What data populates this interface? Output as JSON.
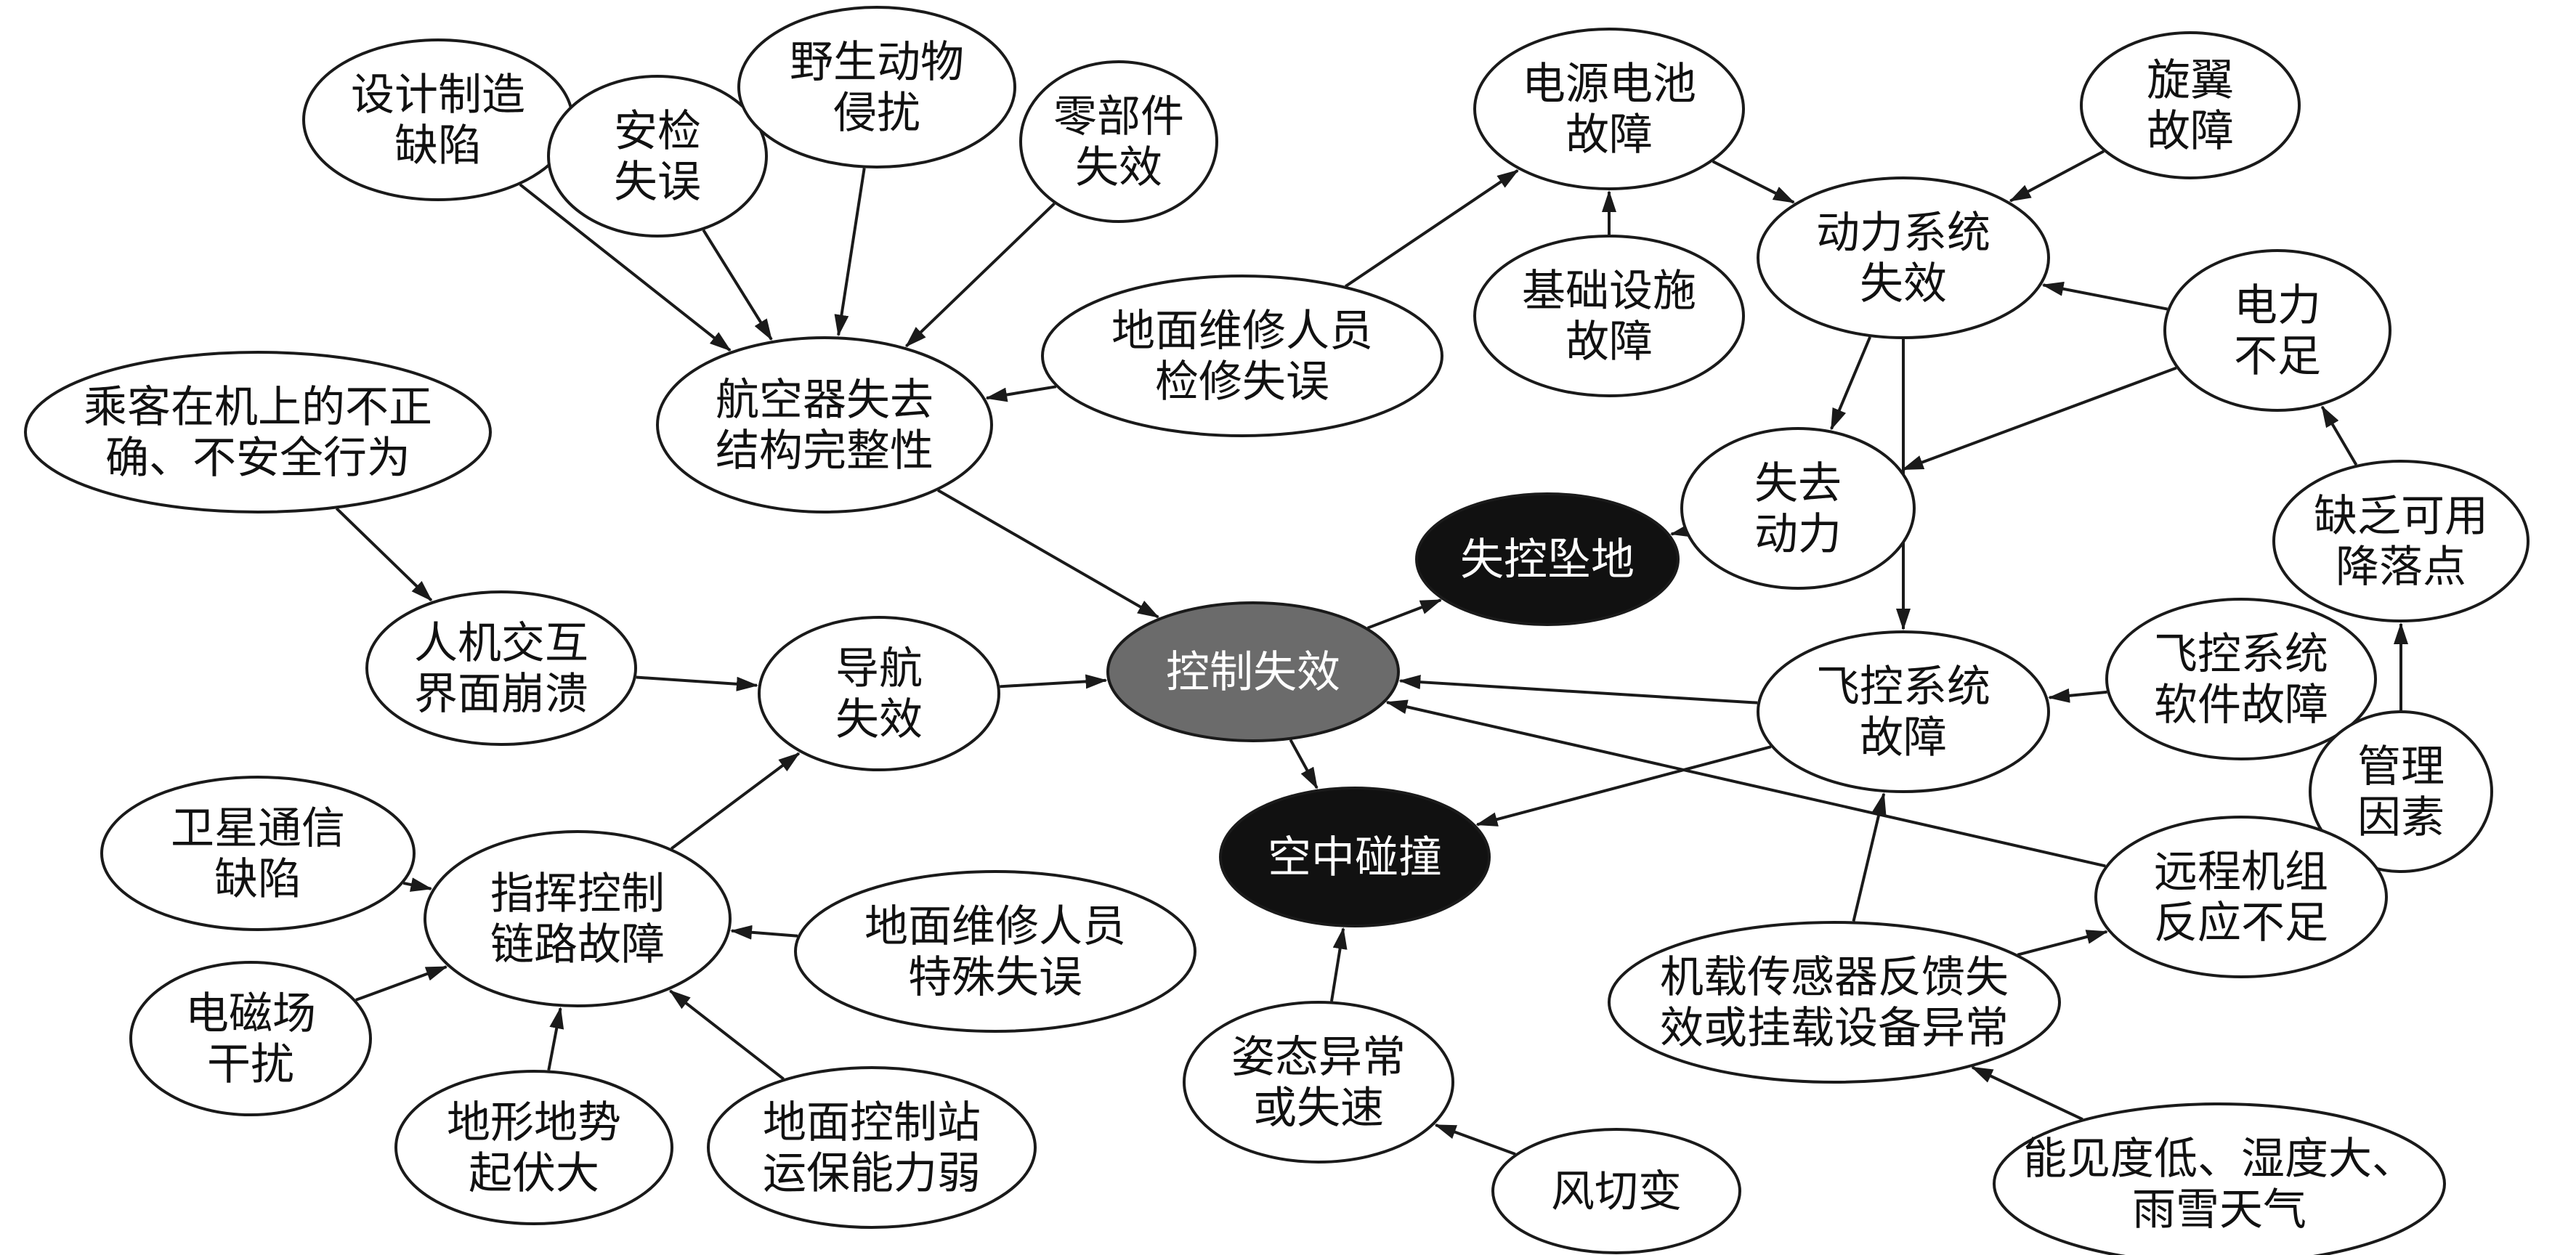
{
  "colors": {
    "background": "#ffffff",
    "stroke": "#1a1a1a",
    "node_fill": "#ffffff",
    "node_text": "#111111",
    "outcome_fill": "#111111",
    "outcome_text": "#ffffff",
    "central_fill": "#6b6b6b",
    "central_text": "#ffffff"
  },
  "nodes": {
    "design_defect": "设计制造\n缺陷",
    "security_check_error": "安检\n失误",
    "wildlife_disturbance": "野生动物\n侵扰",
    "component_failure": "零部件\n失效",
    "power_battery_failure": "电源电池\n故障",
    "infrastructure_failure": "基础设施\n故障",
    "rotor_failure": "旋翼\n故障",
    "power_system_failure": "动力系统\n失效",
    "insufficient_power": "电力\n不足",
    "ground_maintenance_error": "地面维修人员\n检修失误",
    "loss_structural_integrity": "航空器失去\n结构完整性",
    "passenger_unsafe_behavior": "乘客在机上的不正\n确、不安全行为",
    "loss_of_power": "失去\n动力",
    "lack_landing_site": "缺乏可用\n降落点",
    "hmi_crash": "人机交互\n界面崩溃",
    "navigation_failure": "导航\n失效",
    "control_failure": "控制失效",
    "crash_loss_control": "失控坠地",
    "flight_control_failure": "飞控系统\n故障",
    "fc_software_failure": "飞控系统\n软件故障",
    "management_factors": "管理\n因素",
    "satellite_comm_defect": "卫星通信\n缺陷",
    "c2_link_failure": "指挥控制\n链路故障",
    "ground_maintenance_special": "地面维修人员\n特殊失误",
    "midair_collision": "空中碰撞",
    "remote_crew_response": "远程机组\n反应不足",
    "em_interference": "电磁场\n干扰",
    "sensor_feedback_failure": "机载传感器反馈失\n效或挂载设备异常",
    "attitude_abnormal": "姿态异常\n或失速",
    "terrain_undulation": "地形地势\n起伏大",
    "gcs_weak_support": "地面控制站\n运保能力弱",
    "wind_shear": "风切变",
    "weather_conditions": "能见度低、湿度大、\n雨雪天气"
  }
}
